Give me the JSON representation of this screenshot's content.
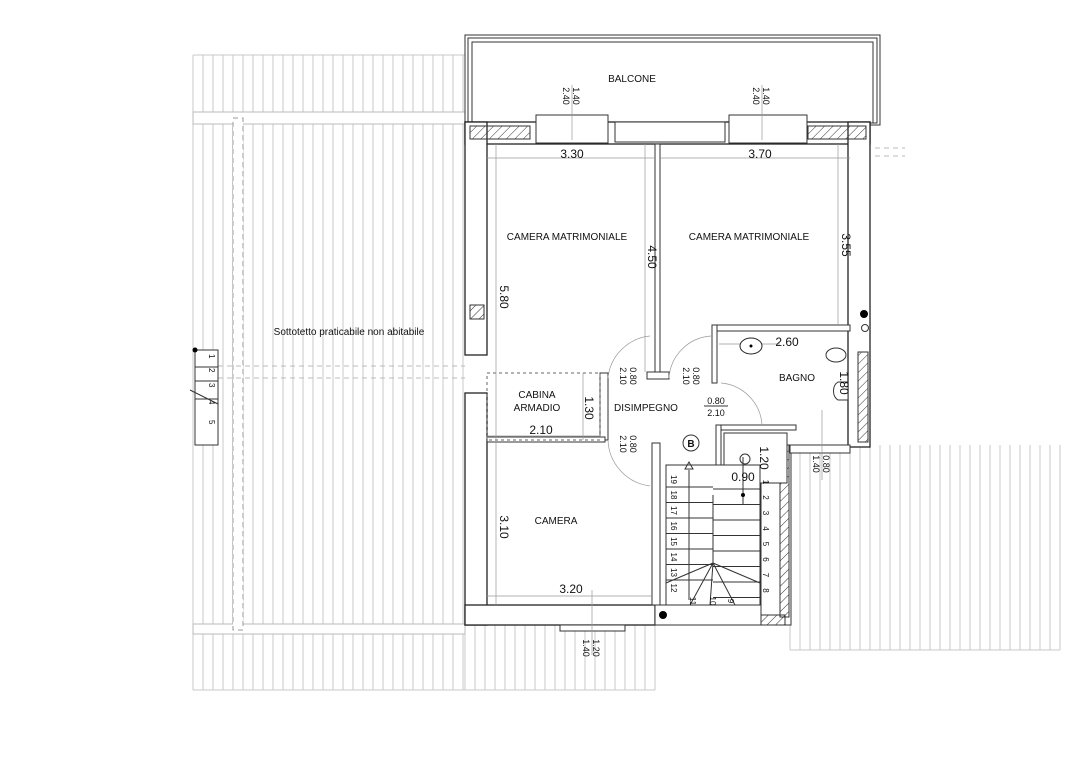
{
  "rooms": {
    "balcone": "BALCONE",
    "camera_matrimoniale_1": "CAMERA MATRIMONIALE",
    "camera_matrimoniale_2": "CAMERA MATRIMONIALE",
    "sottotetto": "Sottotetto praticabile non abitabile",
    "cabina_line1": "CABINA",
    "cabina_line2": "ARMADIO",
    "disimpegno": "DISIMPEGNO",
    "bagno": "BAGNO",
    "camera": "CAMERA",
    "stair_marker": "B"
  },
  "dimensions": {
    "w_cam1": "3.30",
    "w_cam2": "3.70",
    "h_cam2": "3.55",
    "h_cam1_inner": "4.50",
    "h_cam1": "5.80",
    "w_bagno": "2.60",
    "h_bagno": "1.80",
    "h_cabina": "1.30",
    "w_cabina": "2.10",
    "h_camera": "3.10",
    "w_camera": "3.20",
    "shower_h": "1.20",
    "shower_w": "0.90"
  },
  "openings": {
    "win1_w": "1.40",
    "win1_h": "2.40",
    "win2_w": "1.40",
    "win2_h": "2.40",
    "door1_w": "0.80",
    "door1_h": "2.10",
    "door2_w": "0.80",
    "door2_h": "2.10",
    "door_bagno_w": "0.80",
    "door_bagno_h": "2.10",
    "door_camera_w": "0.80",
    "door_camera_h": "2.10",
    "win_bagno_w": "0.80",
    "win_bagno_h": "1.40",
    "win_camera_w": "1.20",
    "win_camera_h": "1.40"
  },
  "stairs": [
    "1",
    "2",
    "3",
    "4",
    "5",
    "6",
    "7",
    "8",
    "9",
    "10",
    "11",
    "12",
    "13",
    "14",
    "15",
    "16",
    "17",
    "18",
    "19"
  ],
  "left_stairs": [
    "1",
    "2",
    "3",
    "4",
    "5"
  ]
}
